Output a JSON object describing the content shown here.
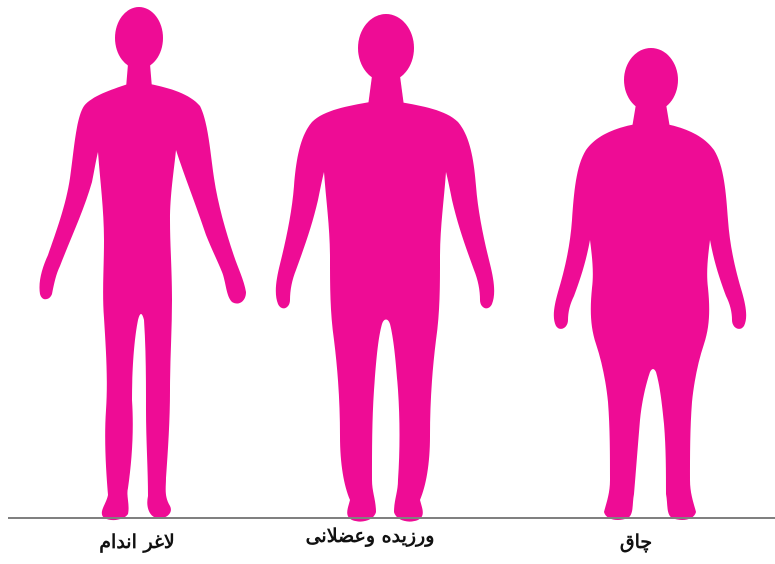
{
  "figures": [
    {
      "id": "thin",
      "label": "لاغر اندام"
    },
    {
      "id": "muscular",
      "label": "ورزیده وعضلانی"
    },
    {
      "id": "fat",
      "label": "چاق"
    }
  ],
  "colors": {
    "silhouette": "#ee0c95",
    "ground_line": "#808080",
    "text": "#111111",
    "background": "#ffffff"
  }
}
